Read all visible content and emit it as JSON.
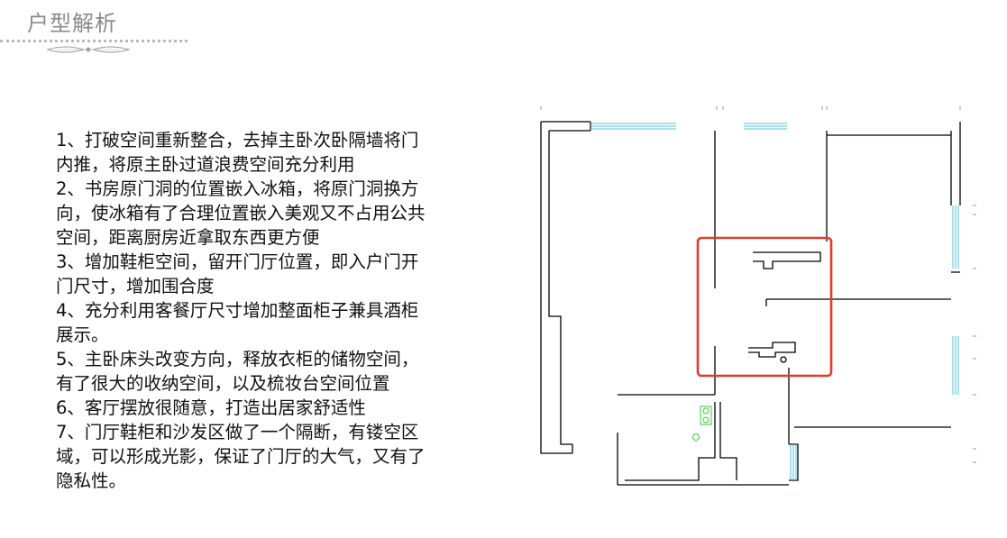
{
  "page": {
    "title": "户型解析"
  },
  "analysis": {
    "items": [
      "1、打破空间重新整合，去掉主卧次卧隔墙将门\n内推，将原主卧过道浪费空间充分利用",
      "2、书房原门洞的位置嵌入冰箱，将原门洞换方\n向，使冰箱有了合理位置嵌入美观又不占用公共\n空间，距离厨房近拿取东西更方便",
      "3、增加鞋柜空间，留开门厅位置，即入户门开\n门尺寸，增加围合度",
      "4、充分利用客餐厅尺寸增加整面柜子兼具酒柜\n展示。",
      "5、主卧床头改变方向，释放衣柜的储物空间，\n有了很大的收纳空间，以及梳妆台空间位置",
      "6、客厅摆放很随意，打造出居家舒适性",
      "7、门厅鞋柜和沙发区做了一个隔断，有镂空区\n域，可以形成光影，保证了门厅的大气，又有了\n隐私性。"
    ]
  },
  "colors": {
    "wall": "#000000",
    "window": "#4fc3d6",
    "highlight": "#e23b2e",
    "fixture": "#33cc33",
    "title": "#8a8a8a"
  }
}
